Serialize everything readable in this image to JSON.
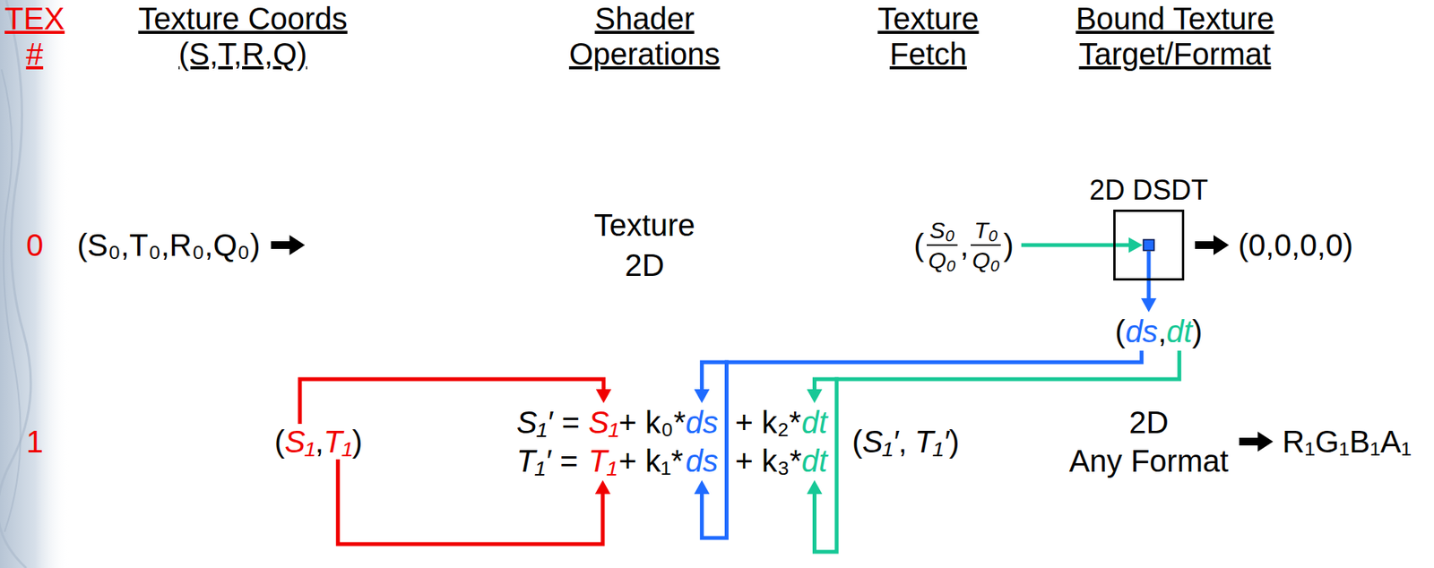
{
  "diagram": {
    "nodes": [
      {
        "text": [
          "2D DSDT"
        ]
      }
    ],
    "labels": [
      "TEX",
      "#",
      "Texture Coords",
      "(S,T,R,Q)",
      "Shader",
      "Operations",
      "Texture",
      "Fetch",
      "Bound Texture",
      "Target/Format",
      "0",
      "(S₀,T₀,R₀,Q₀)",
      "Texture",
      "2D",
      "(",
      "S₀",
      "Q₀",
      ",",
      "T₀",
      "Q₀",
      ")",
      "(0,0,0,0)",
      "(",
      "ds",
      ",",
      "dt",
      ")",
      "1",
      "(",
      "S₁",
      ",",
      "T₁",
      ")",
      "S₁′ =",
      "S₁",
      "+ k₀*",
      "ds",
      "+ k₂*",
      "dt",
      "T₁′ =",
      "T₁",
      "+ k₁*",
      "ds",
      "+ k₃*",
      "dt",
      "(",
      "S₁′",
      ",",
      "T₁′",
      ")",
      "2D",
      "Any Format",
      "R₁G₁B₁A₁"
    ]
  }
}
